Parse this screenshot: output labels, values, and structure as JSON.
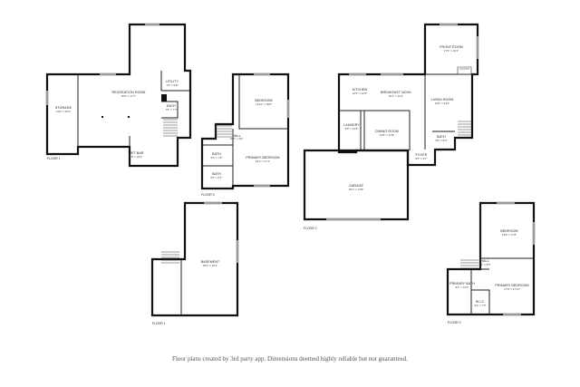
{
  "disclaimer": "Floor plans created by 3rd party app.  Dimensions deemed highly reliable but not guaranteed.",
  "floors": [
    {
      "id": "basement_upper",
      "label": "FLOOR 1",
      "rooms": [
        {
          "name": "STORAGE",
          "dims": "13'9\" x 20'3\""
        },
        {
          "name": "RECREATION ROOM",
          "dims": "30'3\" x 17'7\""
        },
        {
          "name": "UTILITY",
          "dims": "7'6\" x 6'8\""
        },
        {
          "name": "BATH",
          "dims": "7'8\" x 7'7\""
        },
        {
          "name": "WET BAR",
          "dims": "7'8\" x 10'3\""
        }
      ]
    },
    {
      "id": "upper_left",
      "label": "FLOOR 3",
      "rooms": [
        {
          "name": "BEDROOM",
          "dims": "13'11\" x 18'8\""
        },
        {
          "name": "HALL",
          "dims": "18'1\" x 3'6\""
        },
        {
          "name": "BATH",
          "dims": "9'1\" x 7'9\""
        },
        {
          "name": "PRIMARY BEDROOM",
          "dims": "16'1\" x 17'1\""
        },
        {
          "name": "BATH",
          "dims": "6'5\" x 8'7\""
        }
      ]
    },
    {
      "id": "main",
      "label": "FLOOR 2",
      "rooms": [
        {
          "name": "FRONT ROOM",
          "dims": "17'9\" x 16'1\""
        },
        {
          "name": "KITCHEN",
          "dims": "14'3\" x 12'5\""
        },
        {
          "name": "BREAKFAST NOOK",
          "dims": "16'1\" x 12'4\""
        },
        {
          "name": "LIVING ROOM",
          "dims": "19'8\" x 21'3\""
        },
        {
          "name": "LAUNDRY",
          "dims": "8'9\" x 12'8\""
        },
        {
          "name": "DINING ROOM",
          "dims": "14'8\" x 12'8\""
        },
        {
          "name": "BATH",
          "dims": "5'8\" x 8'3\""
        },
        {
          "name": "FOYER",
          "dims": "8'5\" x 9'7\""
        },
        {
          "name": "GARAGE",
          "dims": "26'1\" x 21'8\""
        }
      ]
    },
    {
      "id": "basement",
      "label": "FLOOR 1",
      "rooms": [
        {
          "name": "BASEMENT",
          "dims": "30'1\" x 29'1\""
        }
      ]
    },
    {
      "id": "upper_right",
      "label": "FLOOR 3",
      "rooms": [
        {
          "name": "BEDROOM",
          "dims": "19'8\" x 17'8\""
        },
        {
          "name": "HALL",
          "dims": "6'7\" x 8'5\""
        },
        {
          "name": "PRIMARY BATH",
          "dims": "8'1\" x 10'5\""
        },
        {
          "name": "PRIMARY BEDROOM",
          "dims": "17'8\" x 17'11\""
        },
        {
          "name": "W.I.C.",
          "dims": "6'4\" x 7'5\""
        }
      ]
    }
  ]
}
